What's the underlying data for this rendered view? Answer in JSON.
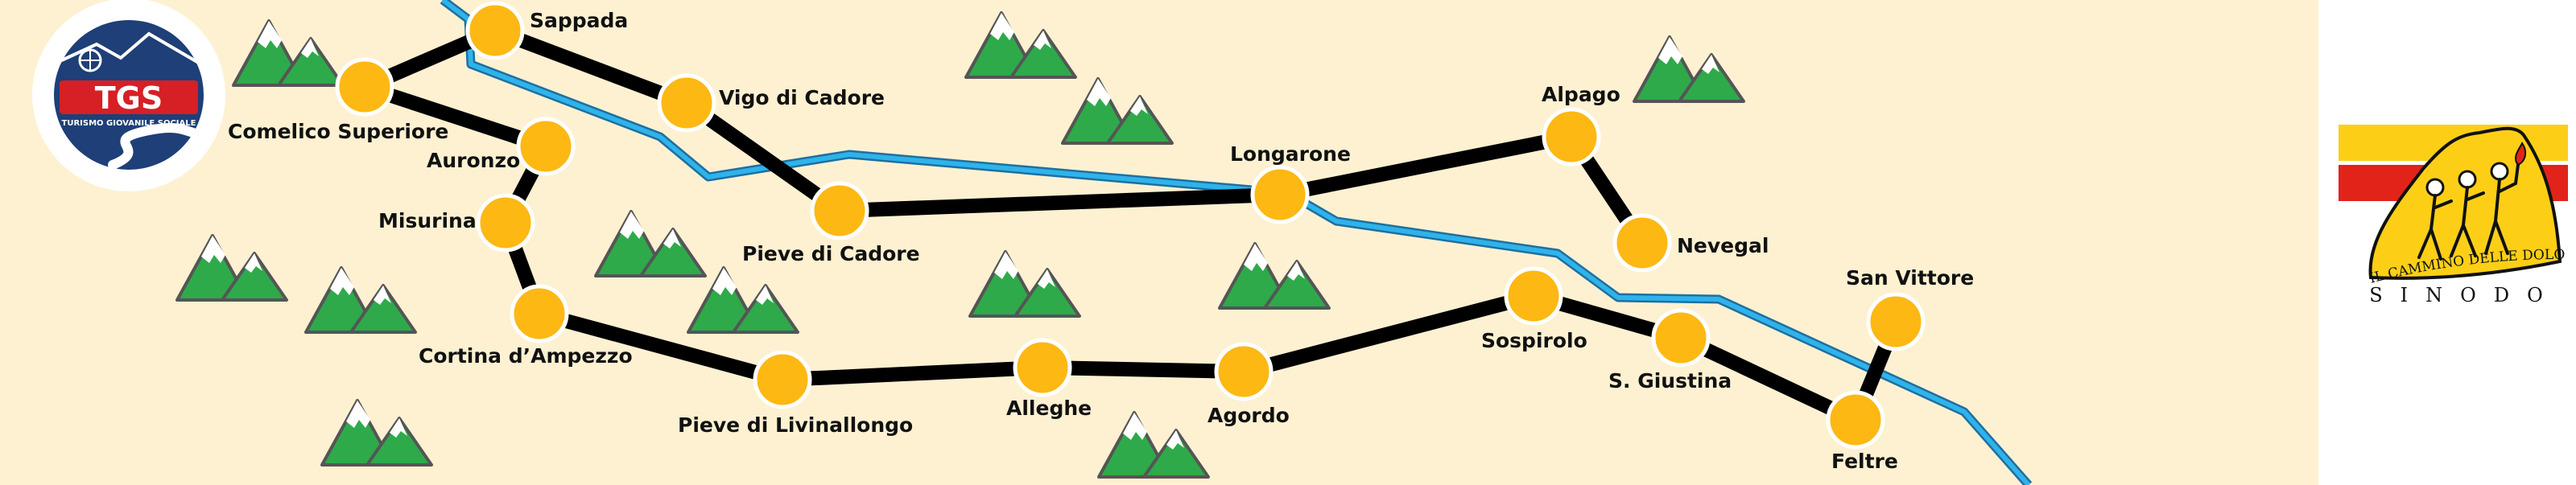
{
  "colors": {
    "background": "#fdf1d2",
    "node_fill": "#fdb813",
    "node_stroke": "#ffffff",
    "route": "#000000",
    "river": "#1e9ad6",
    "mountain": "#2eaa4a",
    "mountain_snow": "#ffffff",
    "tgs_blue": "#1e3f77",
    "tgs_red": "#d71f26",
    "sinodo_yellow": "#fccf16",
    "sinodo_red": "#e2231a"
  },
  "logos": {
    "tgs": {
      "name": "TGS",
      "caption": "TURISMO GIOVANILE SOCIALE",
      "icon": "tgs-logo"
    },
    "sinodo": {
      "title": "IL CAMMINO DELLE DOLOMITI",
      "name": "SINODO",
      "icon": "sinodo-logo"
    }
  },
  "stops": {
    "sappada": "Sappada",
    "vigo_di_cadore": "Vigo di Cadore",
    "comelico_superiore": "Comelico Superiore",
    "auronzo": "Auronzo",
    "misurina": "Misurina",
    "cortina": "Cortina d’Ampezzo",
    "pieve_di_cadore": "Pieve di Cadore",
    "longarone": "Longarone",
    "alpago": "Alpago",
    "nevegal": "Nevegal",
    "pieve_di_livinallongo": "Pieve di Livinallongo",
    "alleghe": "Alleghe",
    "agordo": "Agordo",
    "sospirolo": "Sospirolo",
    "s_giustina": "S. Giustina",
    "san_vittore": "San Vittore",
    "feltre": "Feltre"
  }
}
